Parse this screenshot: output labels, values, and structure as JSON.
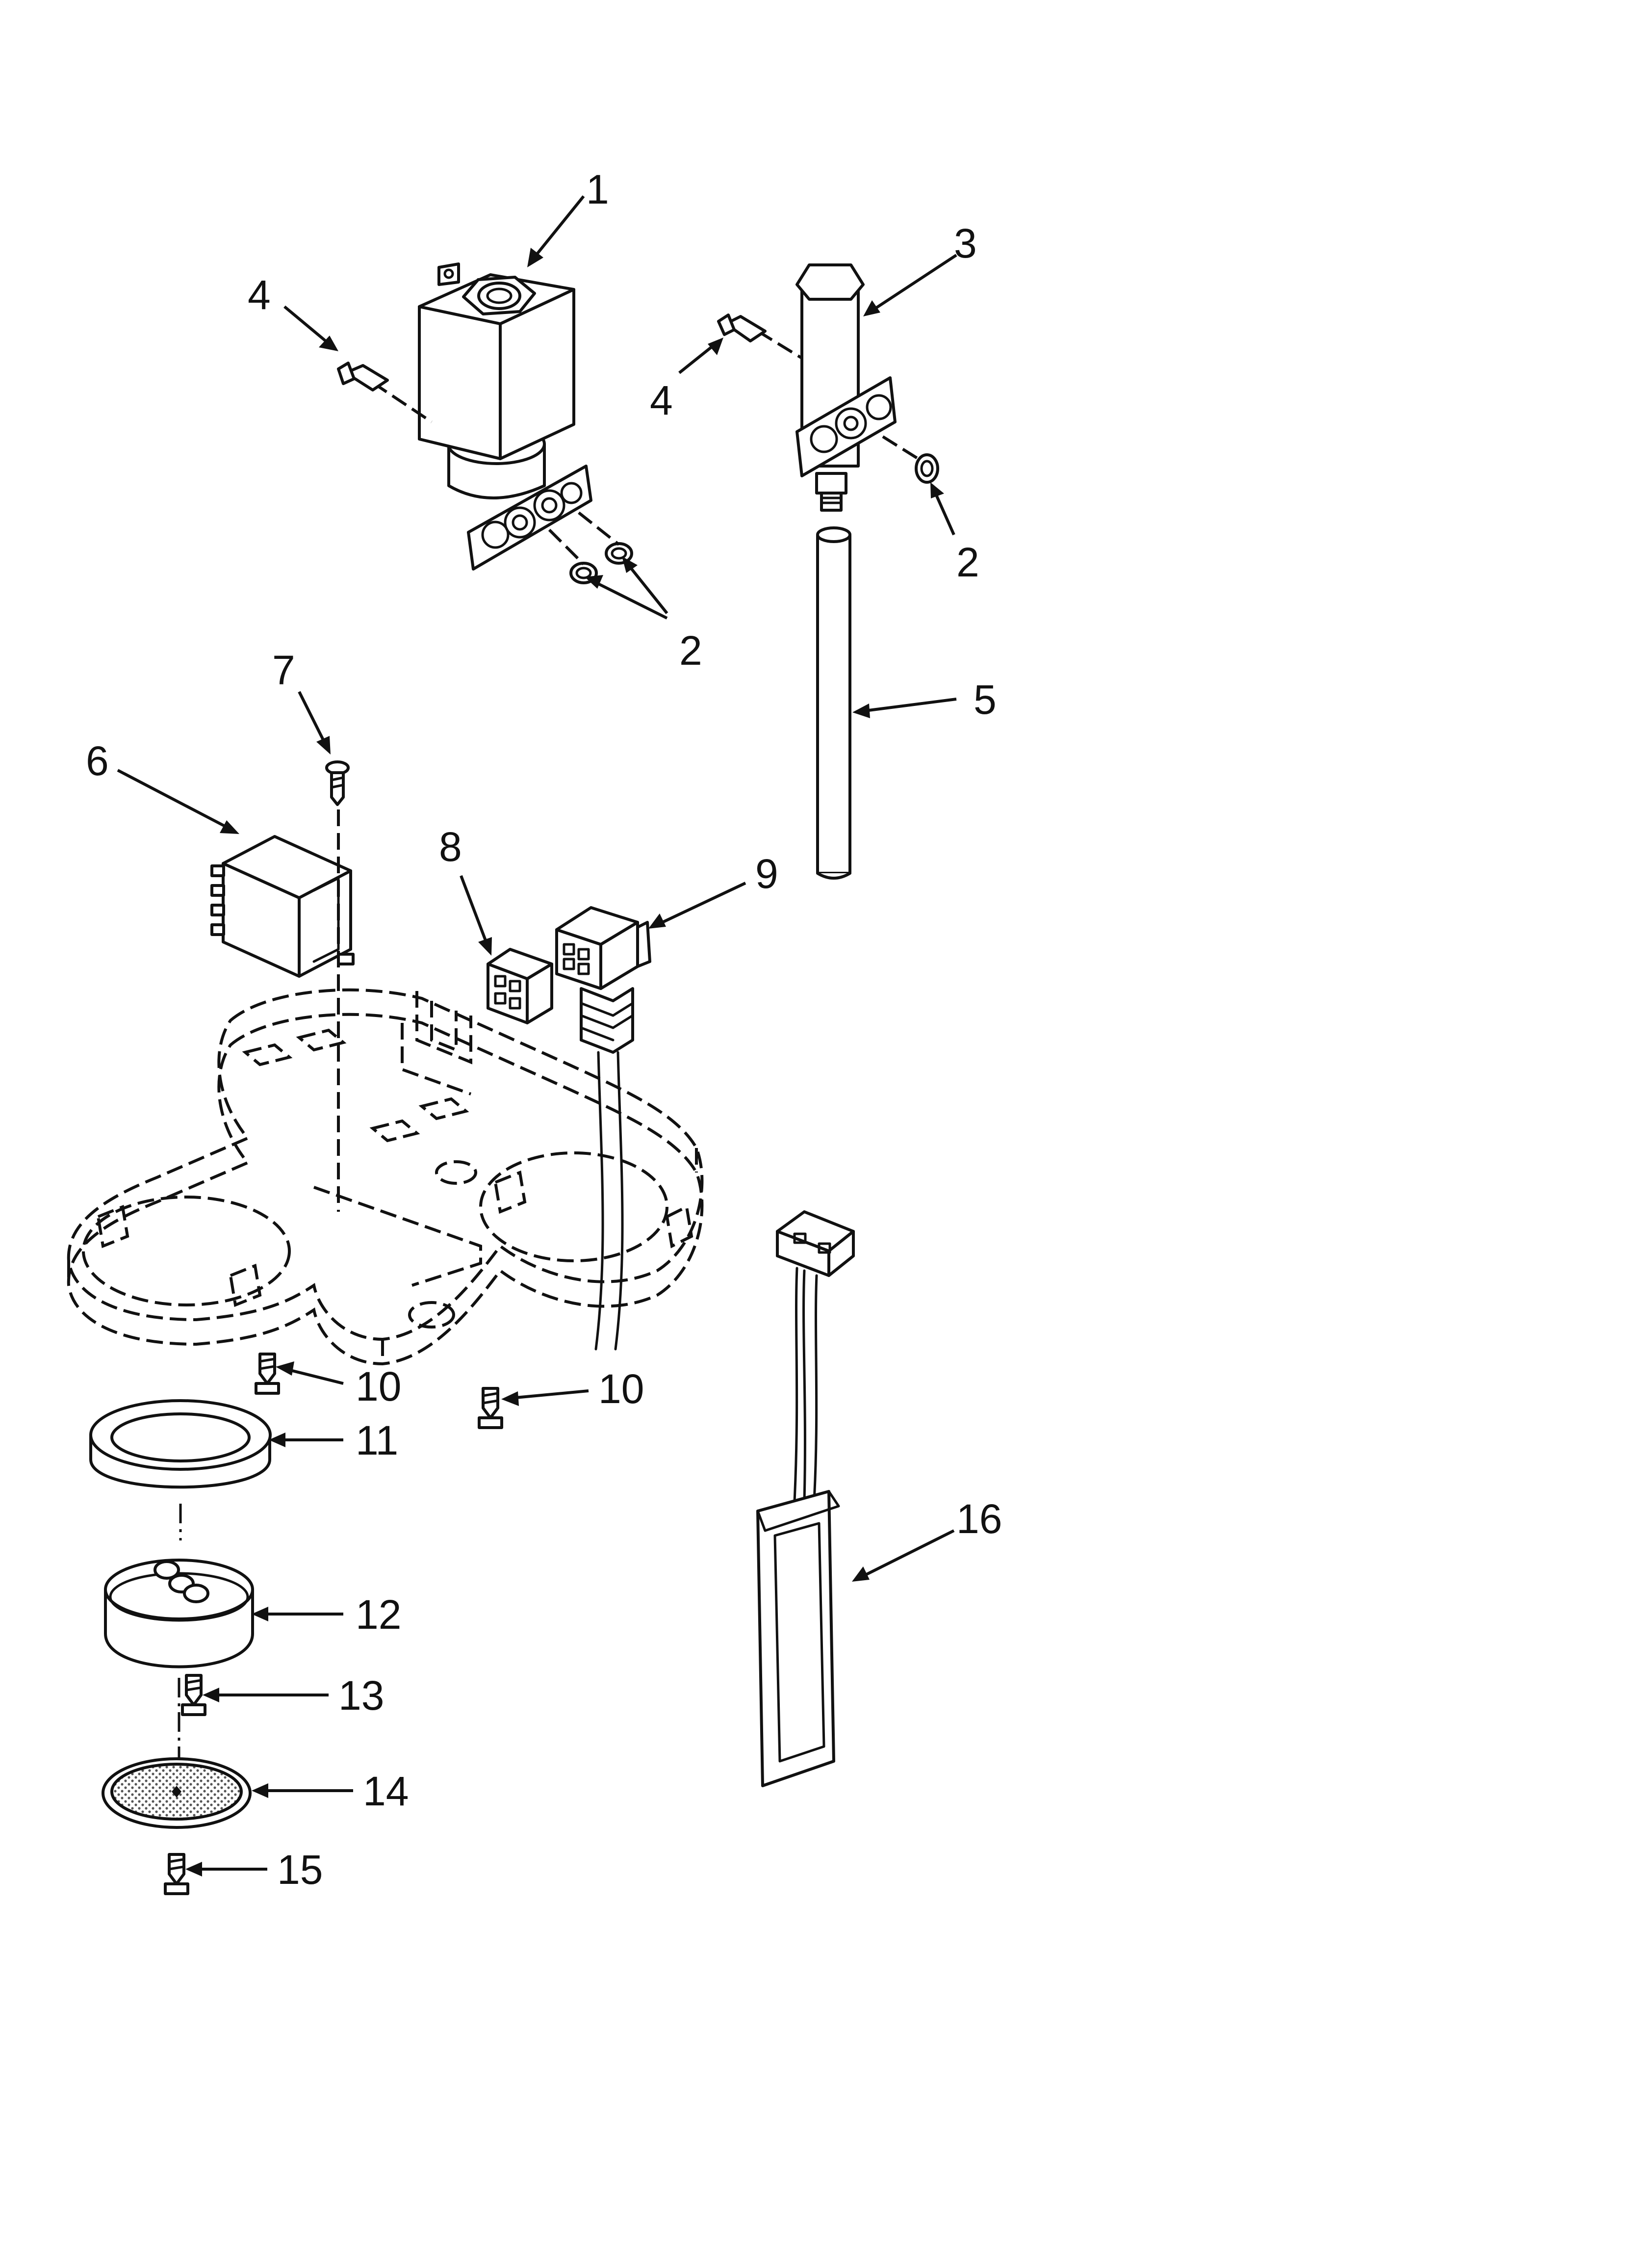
{
  "callouts": {
    "c1": "1",
    "c2a": "2",
    "c2b": "2",
    "c3": "3",
    "c4a": "4",
    "c4b": "4",
    "c5": "5",
    "c6": "6",
    "c7": "7",
    "c8": "8",
    "c9": "9",
    "c10a": "10",
    "c10b": "10",
    "c11": "11",
    "c12": "12",
    "c13": "13",
    "c14": "14",
    "c15": "15",
    "c16": "16"
  }
}
